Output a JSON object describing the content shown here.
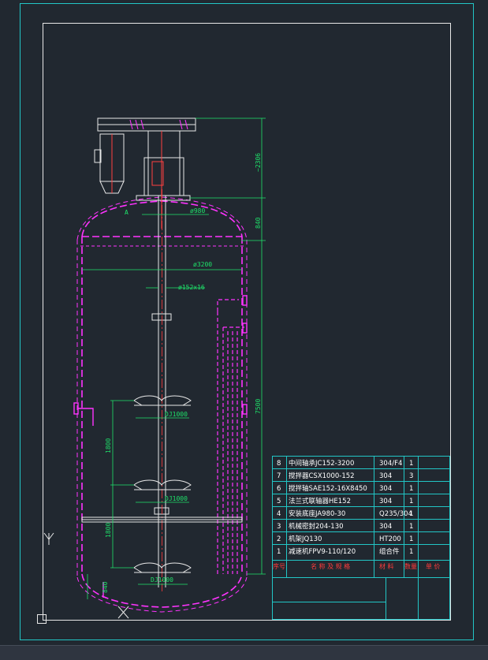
{
  "dimensions": {
    "top_height": "~2306",
    "inner_diameter": "ø980",
    "head_height": "840",
    "vessel_diameter": "ø3200",
    "shaft_diameter": "ø152x16",
    "straight_height": "7500",
    "impeller_spacing_1": "1800",
    "impeller_spacing_2": "1800",
    "bottom_clearance": "840",
    "impeller_1": "DJ1000",
    "impeller_2": "DJ1000",
    "impeller_3": "DJ1000",
    "marker": "A"
  },
  "bom": {
    "rows": [
      {
        "no": "8",
        "name": "中间轴承JC152-3200",
        "material": "304/F4",
        "qty": "1"
      },
      {
        "no": "7",
        "name": "搅拌器CSX1000-152",
        "material": "304",
        "qty": "3"
      },
      {
        "no": "6",
        "name": "搅拌轴SAE152-16X8450",
        "material": "304",
        "qty": "1"
      },
      {
        "no": "5",
        "name": "法兰式联轴器HE152",
        "material": "304",
        "qty": "1"
      },
      {
        "no": "4",
        "name": "安装底座JA980-30",
        "material": "Q235/304",
        "qty": "1"
      },
      {
        "no": "3",
        "name": "机械密封204-130",
        "material": "304",
        "qty": "1"
      },
      {
        "no": "2",
        "name": "机架JQ130",
        "material": "HT200",
        "qty": "1"
      },
      {
        "no": "1",
        "name": "减速机FPV9-110/120",
        "material": "组合件",
        "qty": "1"
      }
    ],
    "header": {
      "no": "序号",
      "name": "名 称 及 规 格",
      "material": "材 料",
      "qty": "数量",
      "unit": "单 价"
    }
  }
}
